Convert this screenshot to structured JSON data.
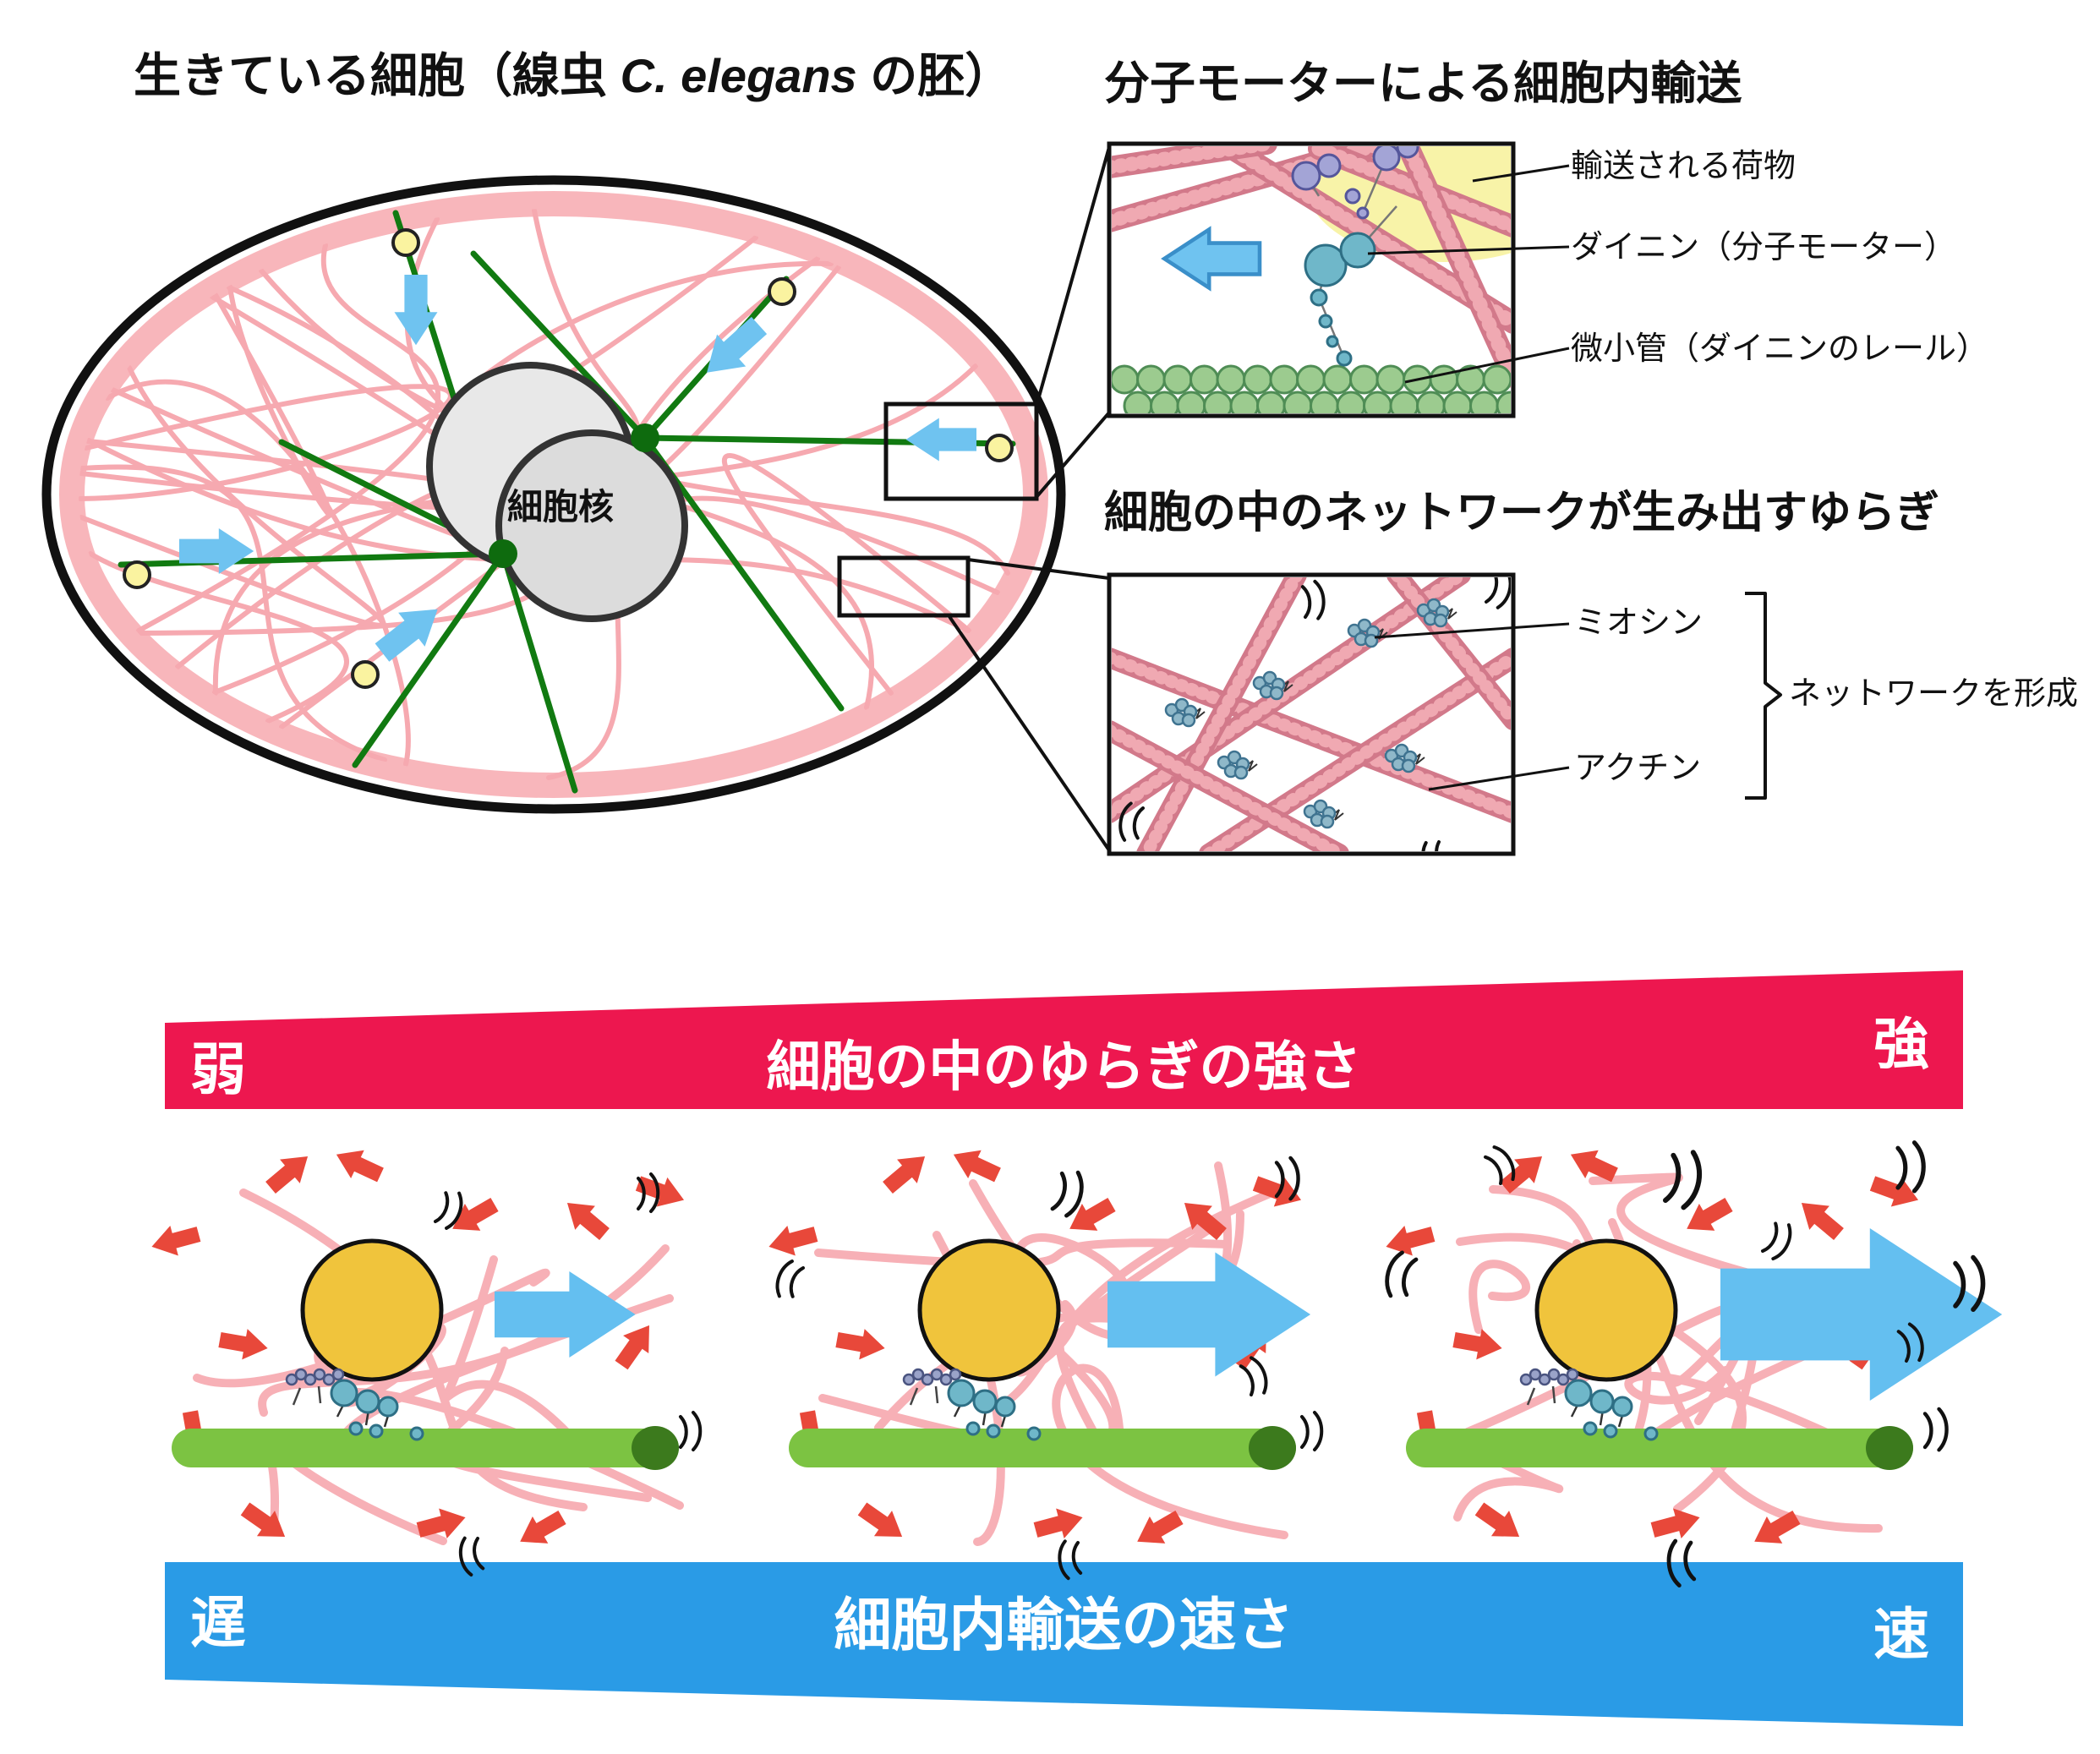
{
  "cell": {
    "title_prefix": "生きている細胞（線虫 ",
    "title_species": "C. elegans",
    "title_suffix": " の胚）",
    "nucleus_label": "細胞核"
  },
  "transport_inset": {
    "title": "分子モーターによる細胞内輸送",
    "cargo_label": "輸送される荷物",
    "dynein_label": "ダイニン（分子モーター）",
    "microtubule_label": "微小管（ダイニンのレール）"
  },
  "network_inset": {
    "title": "細胞の中のネットワークが生み出すゆらぎ",
    "myosin_label": "ミオシン",
    "actin_label": "アクチン",
    "bracket_label": "ネットワークを形成"
  },
  "fluctuation_banner": {
    "left": "弱",
    "title": "細胞の中のゆらぎの強さ",
    "right": "強",
    "color": "#ED174F"
  },
  "speed_banner": {
    "left": "遅",
    "title": "細胞内輸送の速さ",
    "right": "速",
    "color": "#2A9BE6"
  },
  "colors": {
    "cell_membrane_pink": "#f8b6bb",
    "actin_pink": "#f5a3ab",
    "microtubule_line_green": "#117a11",
    "microtubule_rod_green": "#7cc342",
    "microtubule_cap_green": "#3c7a1d",
    "cargo_yellow": "#f0c43c",
    "cargo_pale_yellow": "#f8f3a8",
    "transport_arrow_blue": "#6fc3f0",
    "fluctuation_arrow_red": "#e8483a",
    "dynein_teal": "#6fb7c9",
    "myosin_teal": "#8fb8c9",
    "dynein_purple": "#a3a4d6",
    "rail_bead_green": "#9ccb8f"
  }
}
